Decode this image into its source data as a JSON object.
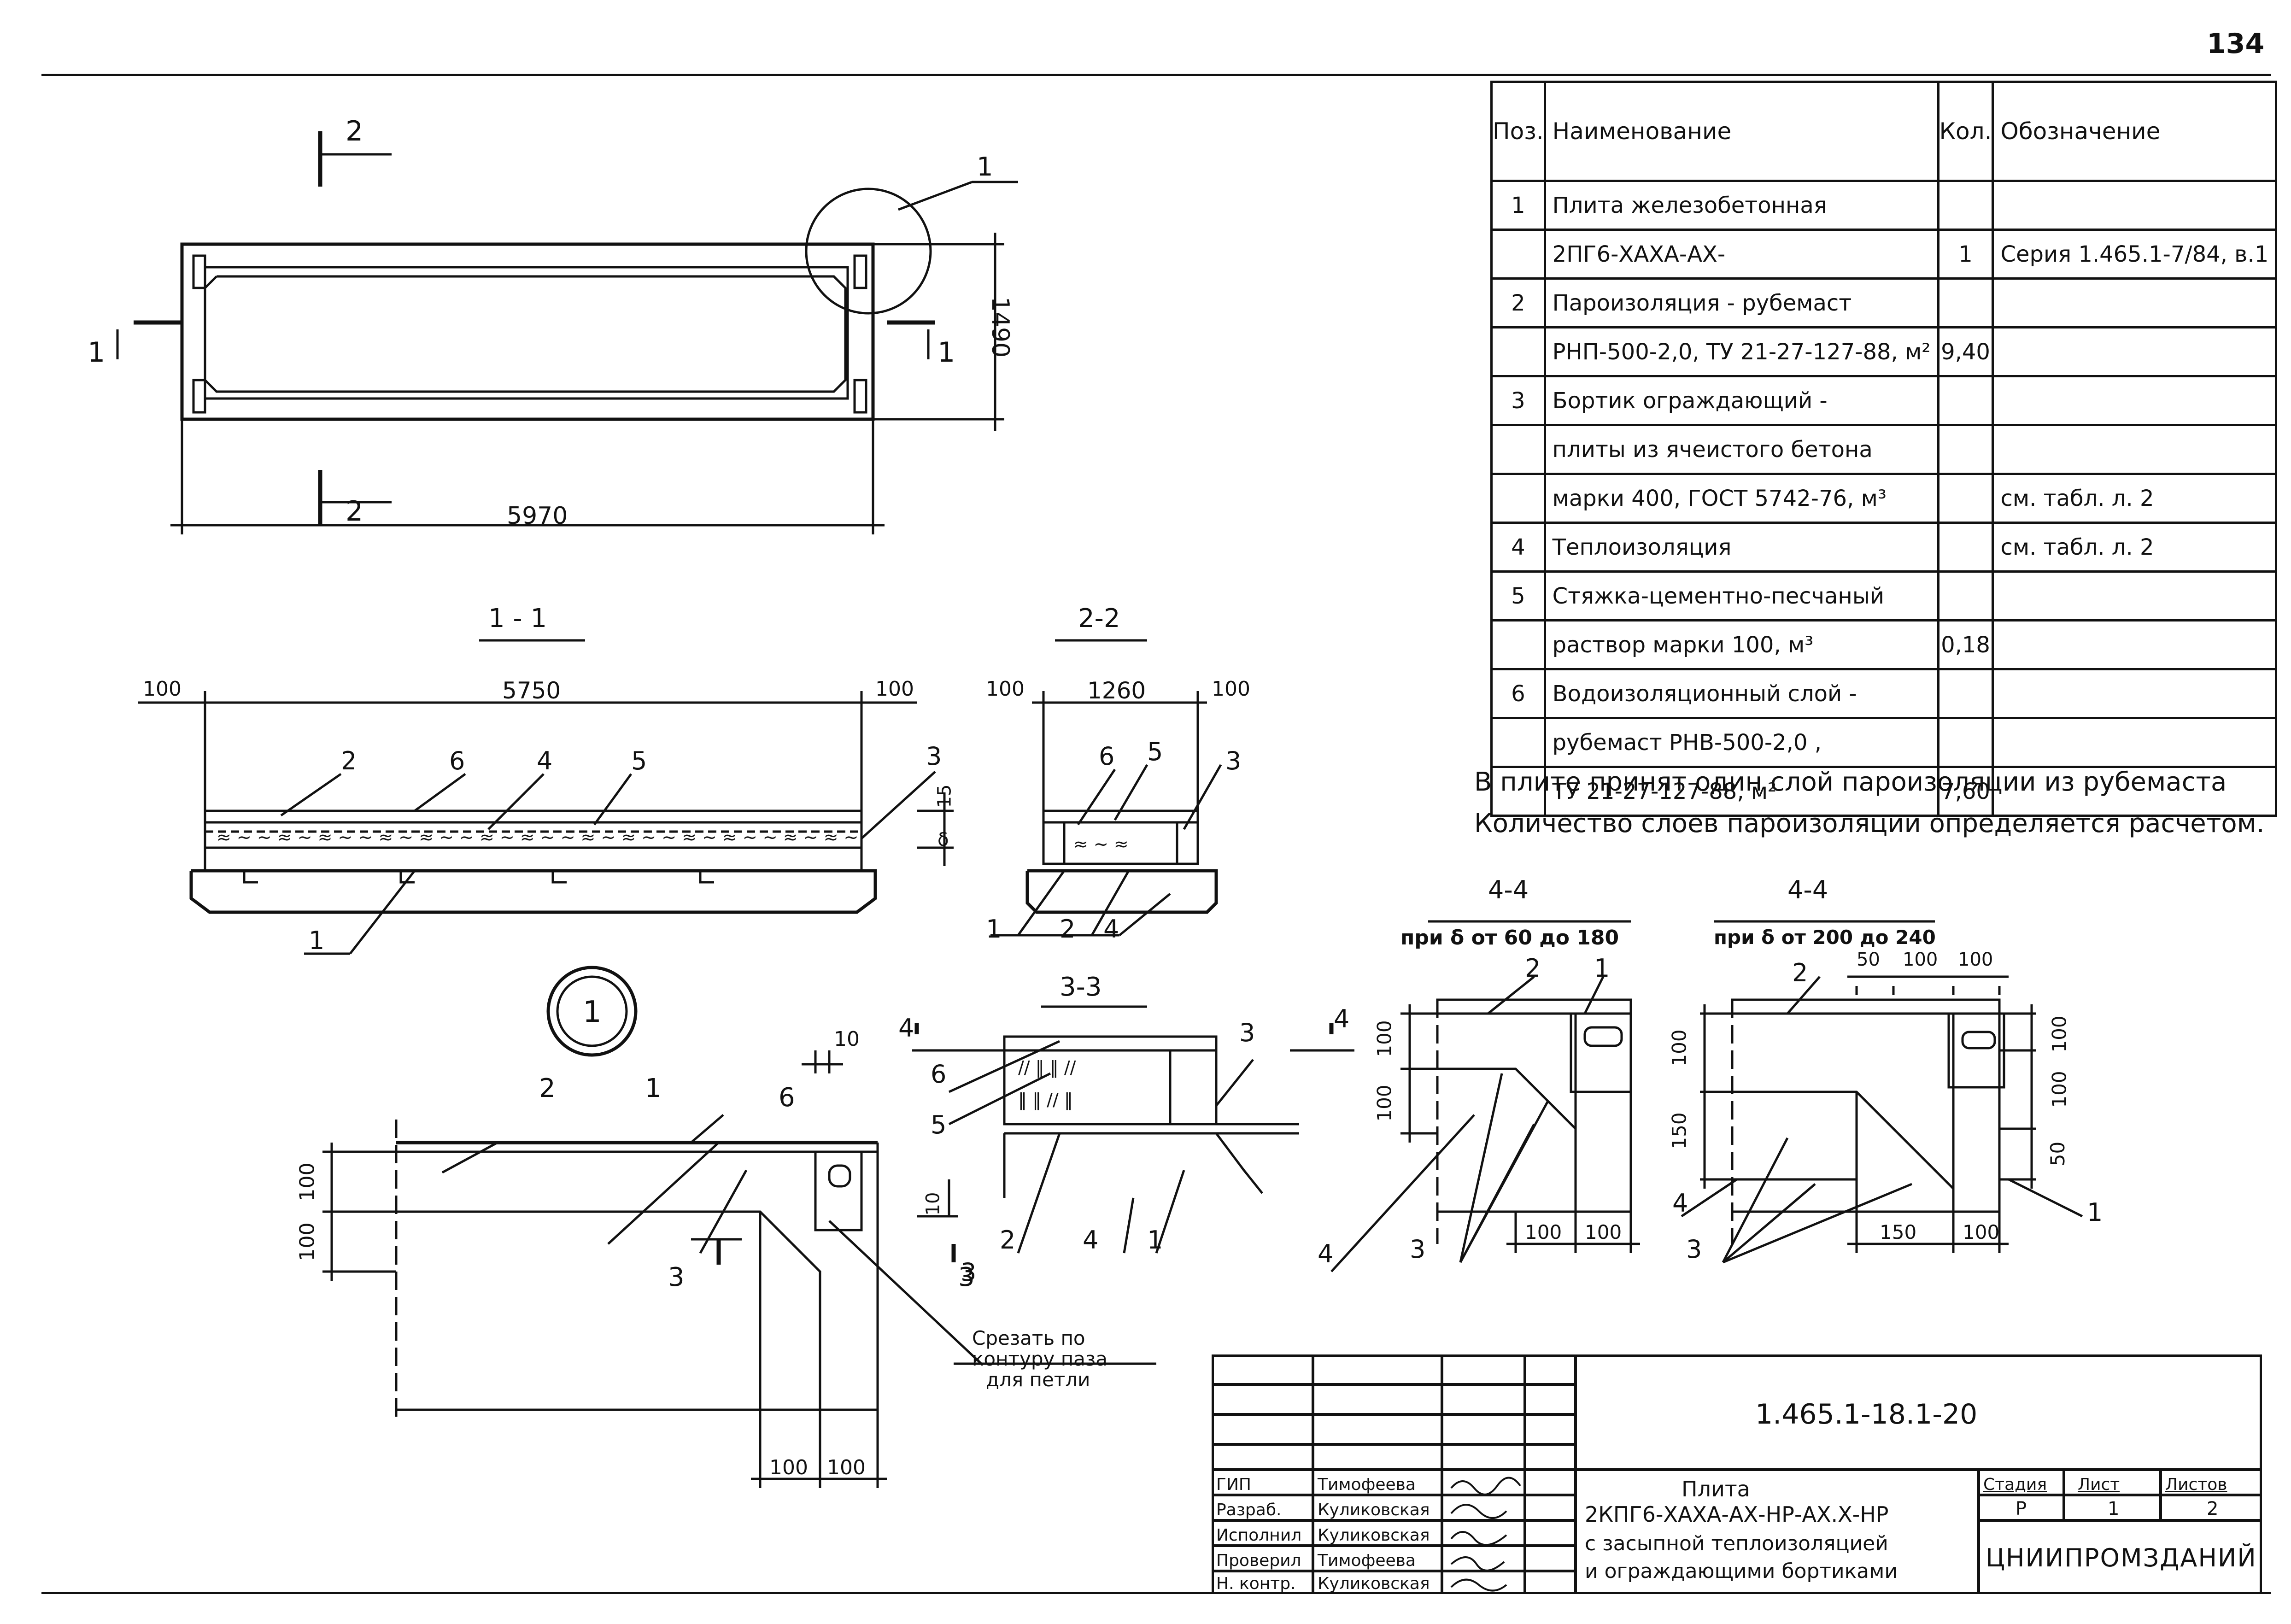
{
  "page_number": "134",
  "spec_table": {
    "headers": {
      "pos": "Поз.",
      "name": "Наименование",
      "qty": "Кол.",
      "designation": "Обозначение"
    },
    "rows": [
      {
        "pos": "1",
        "name": "Плита железобетонная",
        "qty": "",
        "designation": ""
      },
      {
        "pos": "",
        "name": "2ПГ6-ХАХА-АХ-",
        "qty": "1",
        "designation": "Серия 1.465.1-7/84, в.1"
      },
      {
        "pos": "2",
        "name": "Пароизоляция - рубемаст",
        "qty": "",
        "designation": ""
      },
      {
        "pos": "",
        "name": "РНП-500-2,0, ТУ 21-27-127-88, м²",
        "qty": "9,40",
        "designation": ""
      },
      {
        "pos": "3",
        "name": "Бортик ограждающий -",
        "qty": "",
        "designation": ""
      },
      {
        "pos": "",
        "name": "плиты из ячеистого бетона",
        "qty": "",
        "designation": ""
      },
      {
        "pos": "",
        "name": "марки 400, ГОСТ 5742-76, м³",
        "qty": "",
        "designation": "см. табл. л. 2"
      },
      {
        "pos": "4",
        "name": "Теплоизоляция",
        "qty": "",
        "designation": "см. табл. л. 2"
      },
      {
        "pos": "5",
        "name": "Стяжка-цементно-песчаный",
        "qty": "",
        "designation": ""
      },
      {
        "pos": "",
        "name": "раствор марки 100,      м³",
        "qty": "0,18",
        "designation": ""
      },
      {
        "pos": "6",
        "name": "Водоизоляционный слой -",
        "qty": "",
        "designation": ""
      },
      {
        "pos": "",
        "name": "рубемаст РНВ-500-2,0 ,",
        "qty": "",
        "designation": ""
      },
      {
        "pos": "",
        "name": "ТУ 21-27-127-88,         м²",
        "qty": "7,60",
        "designation": ""
      }
    ]
  },
  "notes": [
    "В плите принят один слой пароизоляции из рубемаста",
    "Количество слоев пароизоляции определяется расчетом."
  ],
  "plan": {
    "length": "5970",
    "width": "1490",
    "callout": "1",
    "section_1": "1",
    "section_2": "2"
  },
  "section_1_1": {
    "title": "1 - 1",
    "span": "5750",
    "edge_l": "100",
    "edge_r": "100",
    "dim_a": "15",
    "dim_b": "δ",
    "labels": [
      "2",
      "6",
      "4",
      "5",
      "3",
      "1"
    ]
  },
  "section_2_2": {
    "title": "2-2",
    "span": "1260",
    "edge_l": "100",
    "edge_r": "100",
    "labels": [
      "6",
      "5",
      "3",
      "1",
      "2",
      "4"
    ]
  },
  "detail_1": {
    "callout": "1",
    "dim_10": "10",
    "dim_100a": "100",
    "dim_100b": "100",
    "dim_100c": "100",
    "dim_100d": "100",
    "labels": [
      "2",
      "1",
      "6",
      "3",
      "3"
    ],
    "cut_note": [
      "Срезать по",
      "контуру паза",
      "для петли"
    ]
  },
  "section_3_3": {
    "title": "3-3",
    "dim_10": "10",
    "labels": [
      "4",
      "6",
      "5",
      "3",
      "4",
      "2",
      "4",
      "1",
      "3"
    ]
  },
  "section_4_4_a": {
    "title": "4-4",
    "subtitle": "при δ от 60 до 180",
    "dims": [
      "100",
      "100",
      "100",
      "100"
    ],
    "labels": [
      "2",
      "1",
      "4",
      "3"
    ]
  },
  "section_4_4_b": {
    "title": "4-4",
    "subtitle": "при δ от 200 до 240",
    "dims_top": [
      "50",
      "100",
      "100"
    ],
    "dims_left": [
      "100",
      "150"
    ],
    "dims_right": [
      "100",
      "100",
      "50"
    ],
    "dims_bottom": [
      "150",
      "100"
    ],
    "labels": [
      "2",
      "4",
      "3",
      "1"
    ]
  },
  "title_block": {
    "code": "1.465.1-18.1-20",
    "roles": [
      "ГИП",
      "Разраб.",
      "Исполнил",
      "Проверил",
      "Н. контр."
    ],
    "names": [
      "Тимофеева",
      "Куликовская",
      "Куликовская",
      "Тимофеева",
      "Куликовская"
    ],
    "title_lines": [
      "Плита",
      "2КПГ6-ХАХА-АХ-НР-АХ.Х-НР",
      "с засыпной теплоизоляцией",
      "и ограждающими бортиками"
    ],
    "stage_label": "Стадия",
    "sheet_label": "Лист",
    "sheets_label": "Листов",
    "stage": "Р",
    "sheet": "1",
    "sheets": "2",
    "org": "ЦНИИПРОМЗДАНИЙ"
  }
}
